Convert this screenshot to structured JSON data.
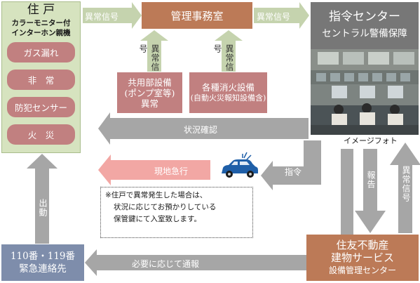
{
  "residence": {
    "title": "住 戸",
    "subtitle_line1": "カラーモニター付",
    "subtitle_line2": "インターホン親機",
    "items": [
      {
        "label": "ガス漏れ"
      },
      {
        "label": "非　常"
      },
      {
        "label": "防犯センサー"
      },
      {
        "label": "火　災"
      }
    ]
  },
  "management_office": {
    "label": "管理事務室"
  },
  "equipment": [
    {
      "line1": "共用部設備",
      "line2": "(ポンプ室等)",
      "line3": "異常"
    },
    {
      "line1": "各種消火設備",
      "line2": "(自動火災報知設備含)"
    }
  ],
  "command_center": {
    "title": "指令センター",
    "subtitle": "セントラル警備保障",
    "image_caption": "イメージフォト"
  },
  "emergency_contact": {
    "line1": "110番・119番",
    "line2": "緊急連絡先"
  },
  "sumitomo": {
    "line1": "住友不動産",
    "line2": "建物サービス",
    "line3": "設備管理センター"
  },
  "note": {
    "line1": "※住戸で異常発生した場合は、",
    "line2": "状況に応じてお預かりしている",
    "line3": "保管鍵にて入室致します。"
  },
  "arrows": {
    "res_to_office": "異常信号",
    "office_to_center": "異常信号",
    "equip1_to_office": "異常信号",
    "equip2_to_office": "異常信号",
    "status_check": "状況確認",
    "dispatch": "現地急行",
    "command": "指令",
    "report": "報告",
    "anomaly_signal": "異常信号",
    "as_needed": "必要に応じて通報",
    "dispatch_vertical": "出動"
  },
  "colors": {
    "arrow_green": "#c5d3ae",
    "arrow_gray": "#a6a6a6",
    "arrow_pink": "#f2a7a4",
    "box_brown": "#bc7a57",
    "box_rose": "#c18080",
    "panel_green": "#d6e3bf",
    "box_slate": "#7e8dab",
    "car_blue": "#1f5fa8"
  }
}
